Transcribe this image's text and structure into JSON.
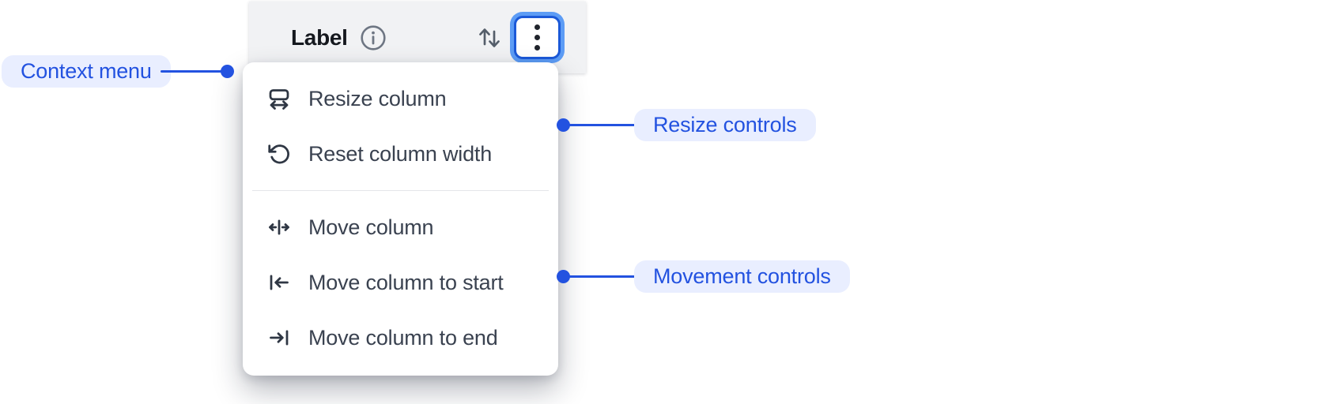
{
  "colors": {
    "accent_blue": "#2352e0",
    "annotation_pill_bg": "#e9eeff",
    "header_bg": "#f1f2f4",
    "menu_bg": "#ffffff",
    "menu_text": "#3a4250",
    "header_label_text": "#15181e",
    "focus_ring_outer": "#5c9cf5",
    "focus_ring_inner": "#1b59d8",
    "icon_gray": "#6e7683",
    "divider": "#e4e6ea"
  },
  "header": {
    "label": "Label",
    "info_icon": "info-icon",
    "sort_icon": "sort-icon",
    "menu_button_icon": "kebab-menu-icon"
  },
  "context_menu": {
    "items": [
      {
        "label": "Resize column",
        "icon": "resize-column-icon",
        "group": "resize"
      },
      {
        "label": "Reset column width",
        "icon": "reset-column-width-icon",
        "group": "resize"
      },
      {
        "label": "Move column",
        "icon": "move-column-icon",
        "group": "movement"
      },
      {
        "label": "Move column to start",
        "icon": "move-column-start-icon",
        "group": "movement"
      },
      {
        "label": "Move column to end",
        "icon": "move-column-end-icon",
        "group": "movement"
      }
    ]
  },
  "annotations": [
    {
      "label": "Context menu",
      "side": "left"
    },
    {
      "label": "Resize controls",
      "side": "right"
    },
    {
      "label": "Movement controls",
      "side": "right"
    }
  ]
}
